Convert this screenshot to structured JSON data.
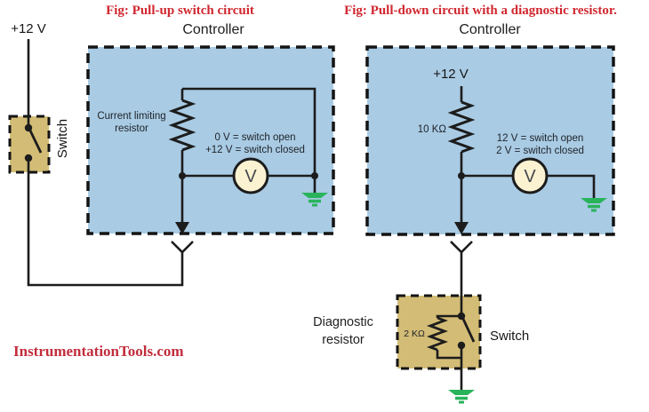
{
  "titles": {
    "left": "Fig: Pull-up switch circuit",
    "right": "Fig: Pull-down circuit with a diagnostic resistor."
  },
  "watermark": "InstrumentationTools.com",
  "left_circuit": {
    "controller_label": "Controller",
    "supply_label": "+12 V",
    "switch_label": "Switch",
    "resistor_label_line1": "Current limiting",
    "resistor_label_line2": "resistor",
    "state_line1": "0 V = switch open",
    "state_line2": "+12 V = switch closed",
    "meter_label": "V"
  },
  "right_circuit": {
    "controller_label": "Controller",
    "supply_label": "+12 V",
    "pullup_resistor_value": "10 KΩ",
    "state_line1": "12 V = switch open",
    "state_line2": "2 V = switch closed",
    "meter_label": "V",
    "diagnostic_label_line1": "Diagnostic",
    "diagnostic_label_line2": "resistor",
    "diagnostic_resistor_value": "2 KΩ",
    "switch_label": "Switch"
  },
  "colors": {
    "wire": "#1c1c1c",
    "controller_fill": "#a9cbe4",
    "switch_box_fill": "#d3bc76",
    "ground_green": "#29b35b",
    "meter_fill": "#fbf2d2",
    "title_red": "#d0272f",
    "watermark_red": "#c22d3c"
  }
}
